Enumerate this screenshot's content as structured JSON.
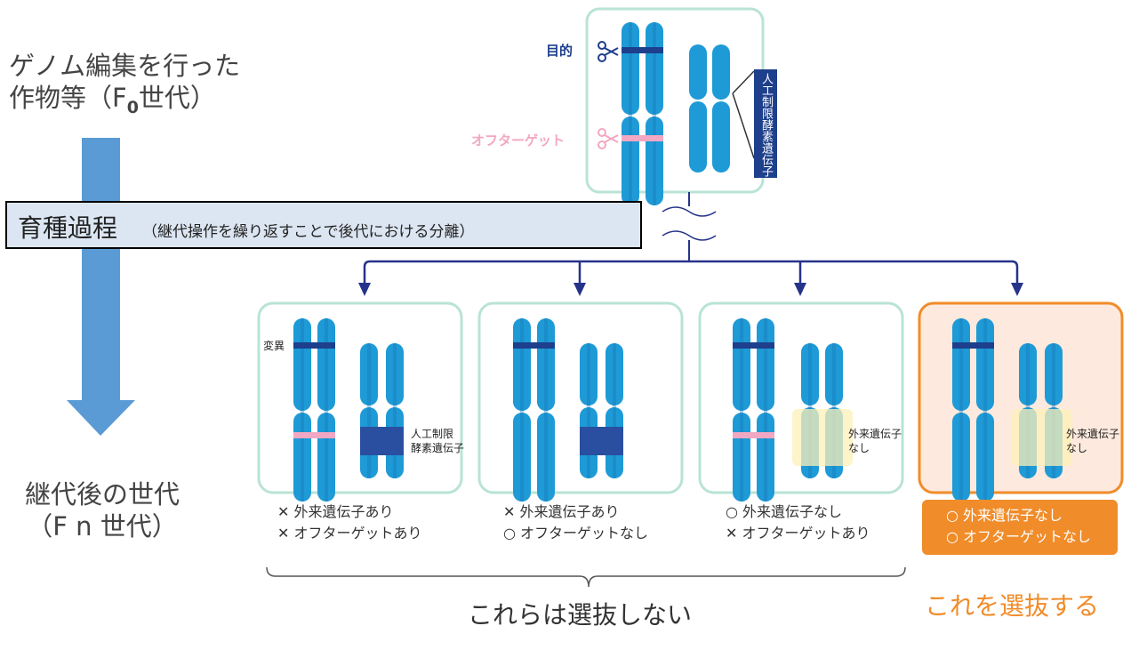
{
  "left": {
    "title_line1": "ゲノム編集を行った",
    "title_line2_pre": "作物等（F",
    "title_line2_sub": "0",
    "title_line2_post": "世代）",
    "bottom_line1": "継代後の世代",
    "bottom_line2": "（F n 世代）"
  },
  "process": {
    "title": "育種過程",
    "note": "（継代操作を繰り返すことで後代における分離）"
  },
  "top_panel": {
    "target_label": "目的",
    "offtarget_label": "オフターゲット",
    "enzyme_gene_label": "人工制限酵素遺伝子"
  },
  "panels": [
    {
      "mutation_label": "変異",
      "gene_label_line1": "人工制限",
      "gene_label_line2": "酵素遺伝子",
      "result_line1": "✕ 外来遺伝子あり",
      "result_line2": "✕ オフターゲットあり"
    },
    {
      "result_line1": "✕ 外来遺伝子あり",
      "result_line2": "○ オフターゲットなし"
    },
    {
      "gene_label_line1": "外来遺伝子",
      "gene_label_line2": "なし",
      "result_line1": "○ 外来遺伝子なし",
      "result_line2": "✕ オフターゲットあり"
    },
    {
      "gene_label_line1": "外来遺伝子",
      "gene_label_line2": "なし",
      "result_line1": "○ 外来遺伝子なし",
      "result_line2": "○ オフターゲットなし"
    }
  ],
  "not_selected_label": "これらは選抜しない",
  "selected_label": "これを選抜する",
  "colors": {
    "chromosome": "#1e9ad6",
    "chromosome_dark": "#1876b8",
    "band_target": "#1d3f8c",
    "band_offtarget": "#f2a7c3",
    "insert": "#2a4fa0",
    "panel_border": "#b9e3d6",
    "selected_border": "#f08c2a",
    "selected_fill": "#fde9dd",
    "arrow_big": "#5b9bd5",
    "tree": "#26338a",
    "orange_text": "#f08c2a"
  }
}
